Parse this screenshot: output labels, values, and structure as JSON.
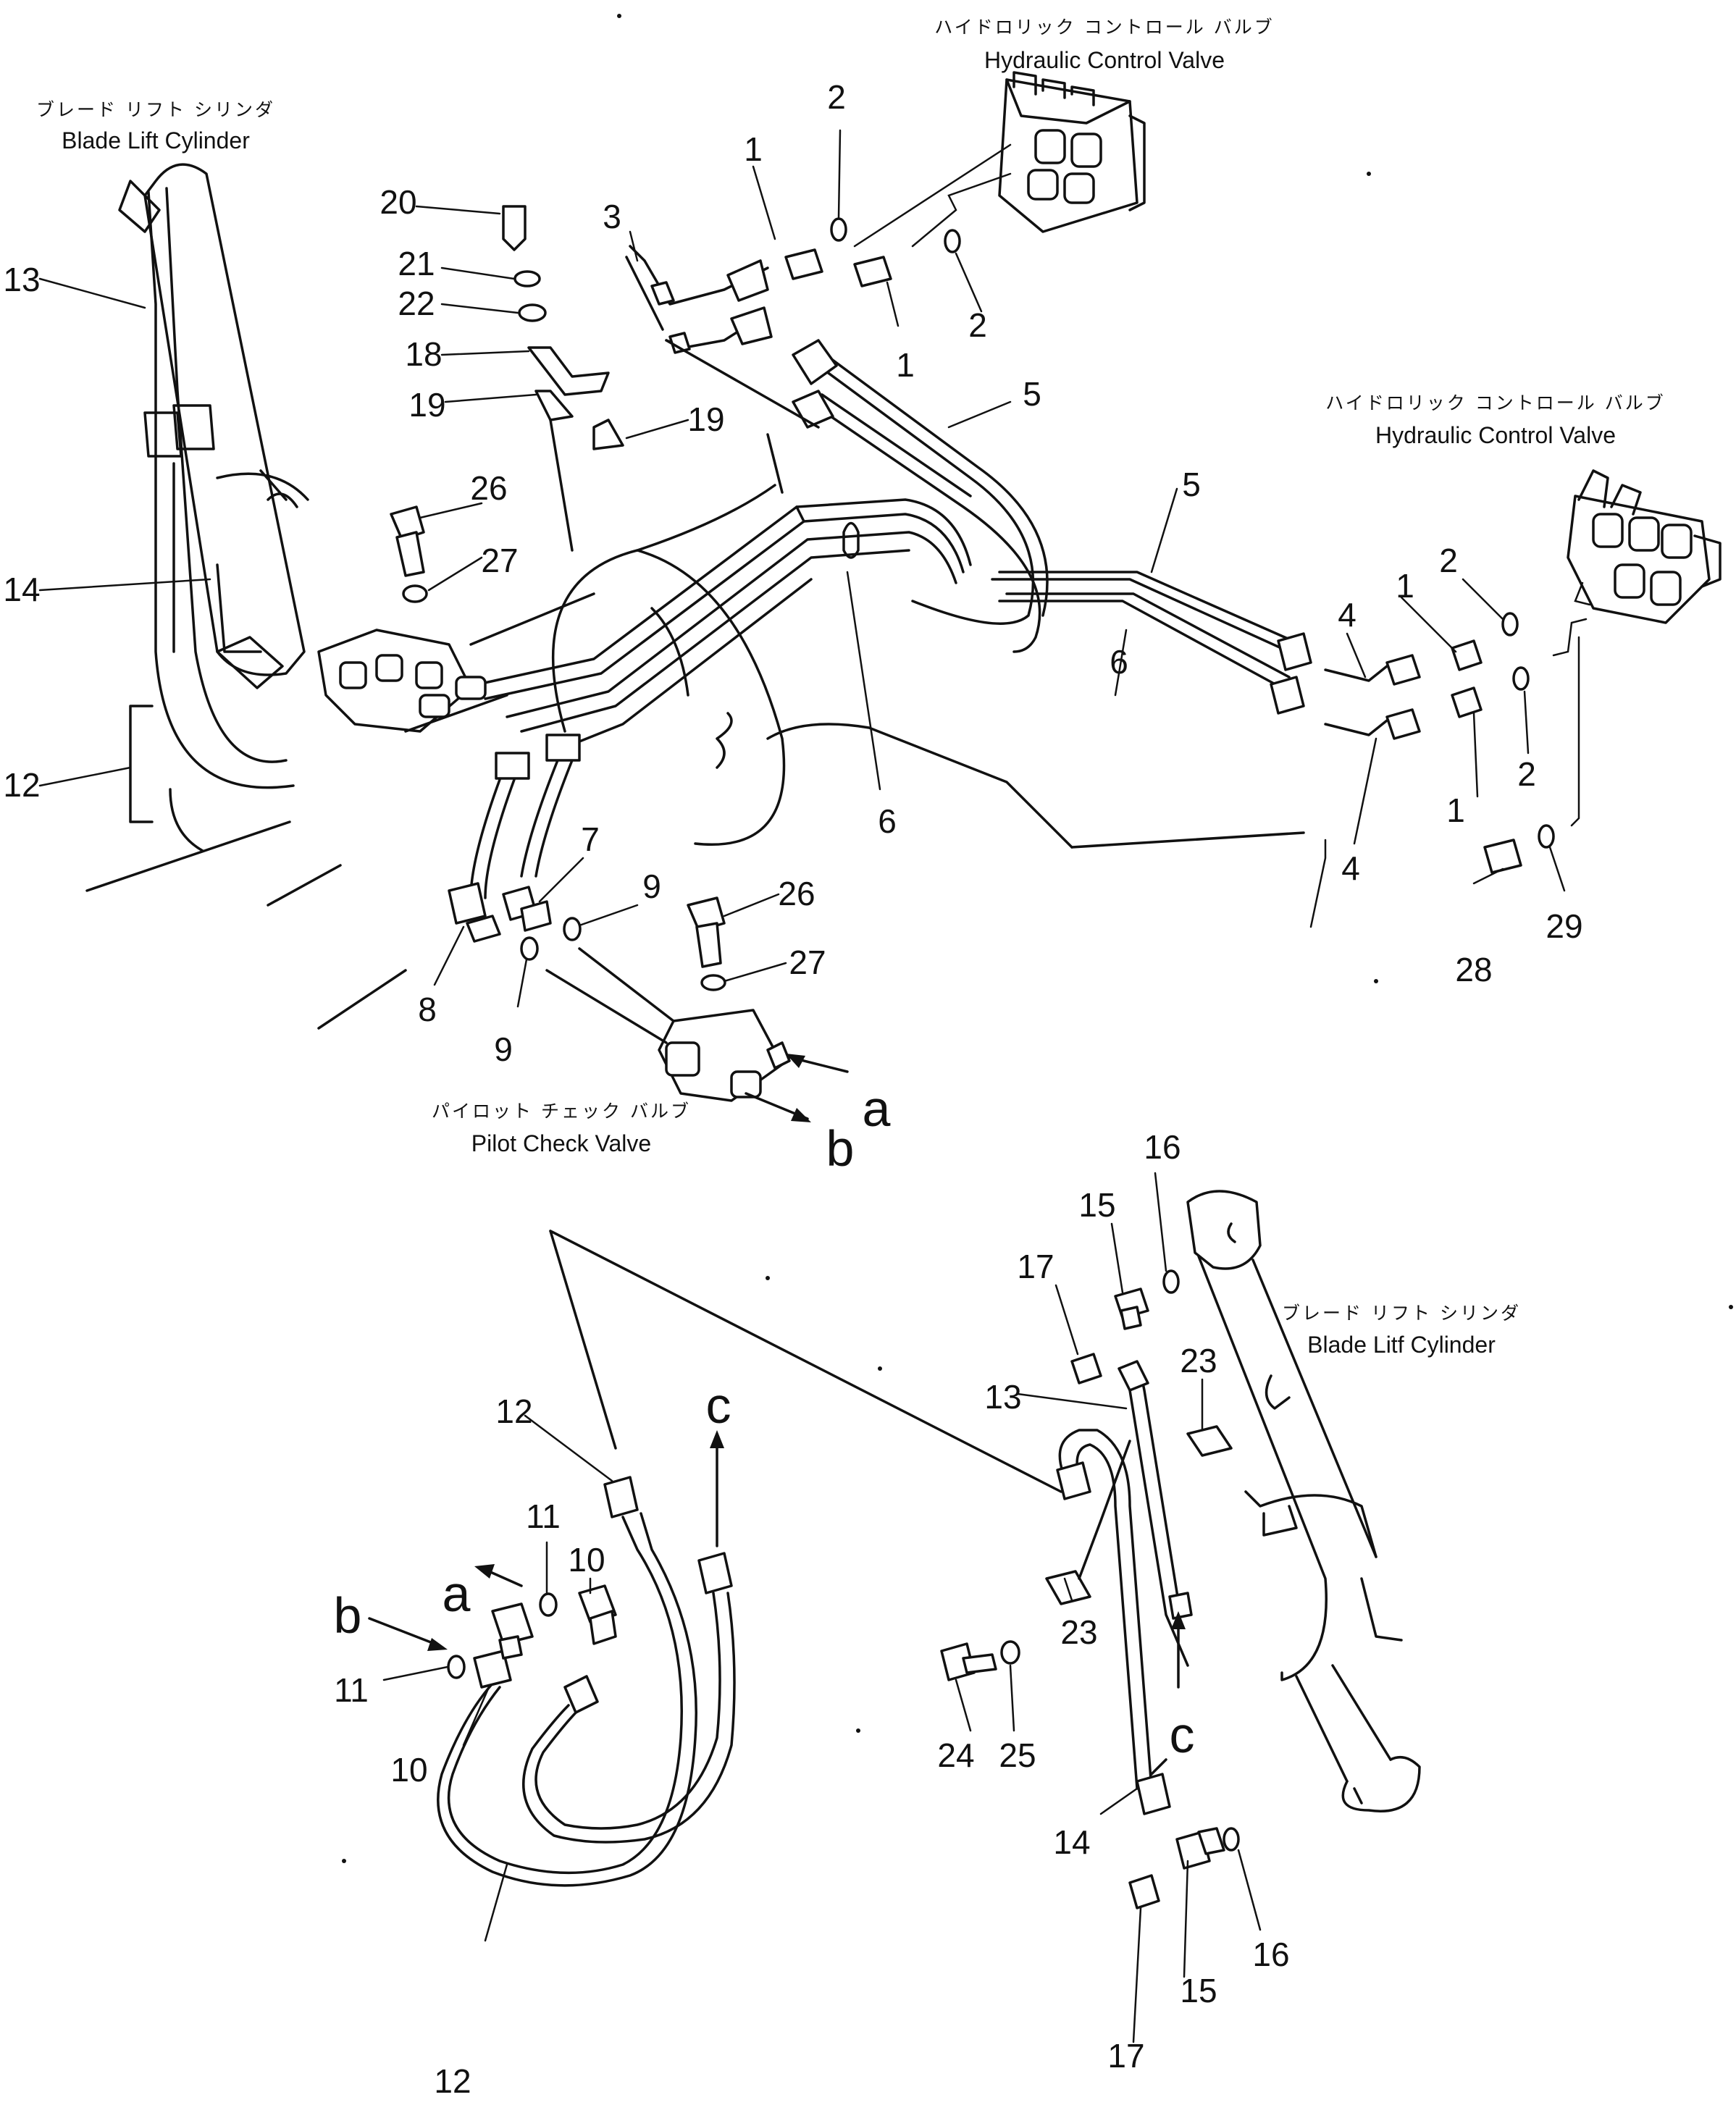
{
  "titles": {
    "blade_lift_cylinder_left_jp": "ブレード リフト シリンダ",
    "blade_lift_cylinder_left_en": "Blade Lift Cylinder",
    "control_valve_top_jp": "ハイドロリック コントロール バルブ",
    "control_valve_top_en": "Hydraulic Control Valve",
    "control_valve_right_jp": "ハイドロリック コントロール バルブ",
    "control_valve_right_en": "Hydraulic Control Valve",
    "pilot_check_valve_jp": "パイロット チェック バルブ",
    "pilot_check_valve_en": "Pilot Check Valve",
    "blade_lift_cylinder_right_jp": "ブレード リフト シリンダ",
    "blade_lift_cylinder_right_en": "Blade Litf Cylinder"
  },
  "callouts": {
    "c1": "1",
    "c2": "2",
    "c3": "3",
    "c4": "4",
    "c5": "5",
    "c6": "6",
    "c7": "7",
    "c8": "8",
    "c9": "9",
    "c10": "10",
    "c11": "11",
    "c12": "12",
    "c13": "13",
    "c14": "14",
    "c15": "15",
    "c16": "16",
    "c17": "17",
    "c18": "18",
    "c19": "19",
    "c20": "20",
    "c21": "21",
    "c22": "22",
    "c23": "23",
    "c24": "24",
    "c25": "25",
    "c26": "26",
    "c27": "27",
    "c28": "28",
    "c29": "29"
  },
  "connection_marks": {
    "a": "a",
    "b": "b",
    "c": "c"
  }
}
